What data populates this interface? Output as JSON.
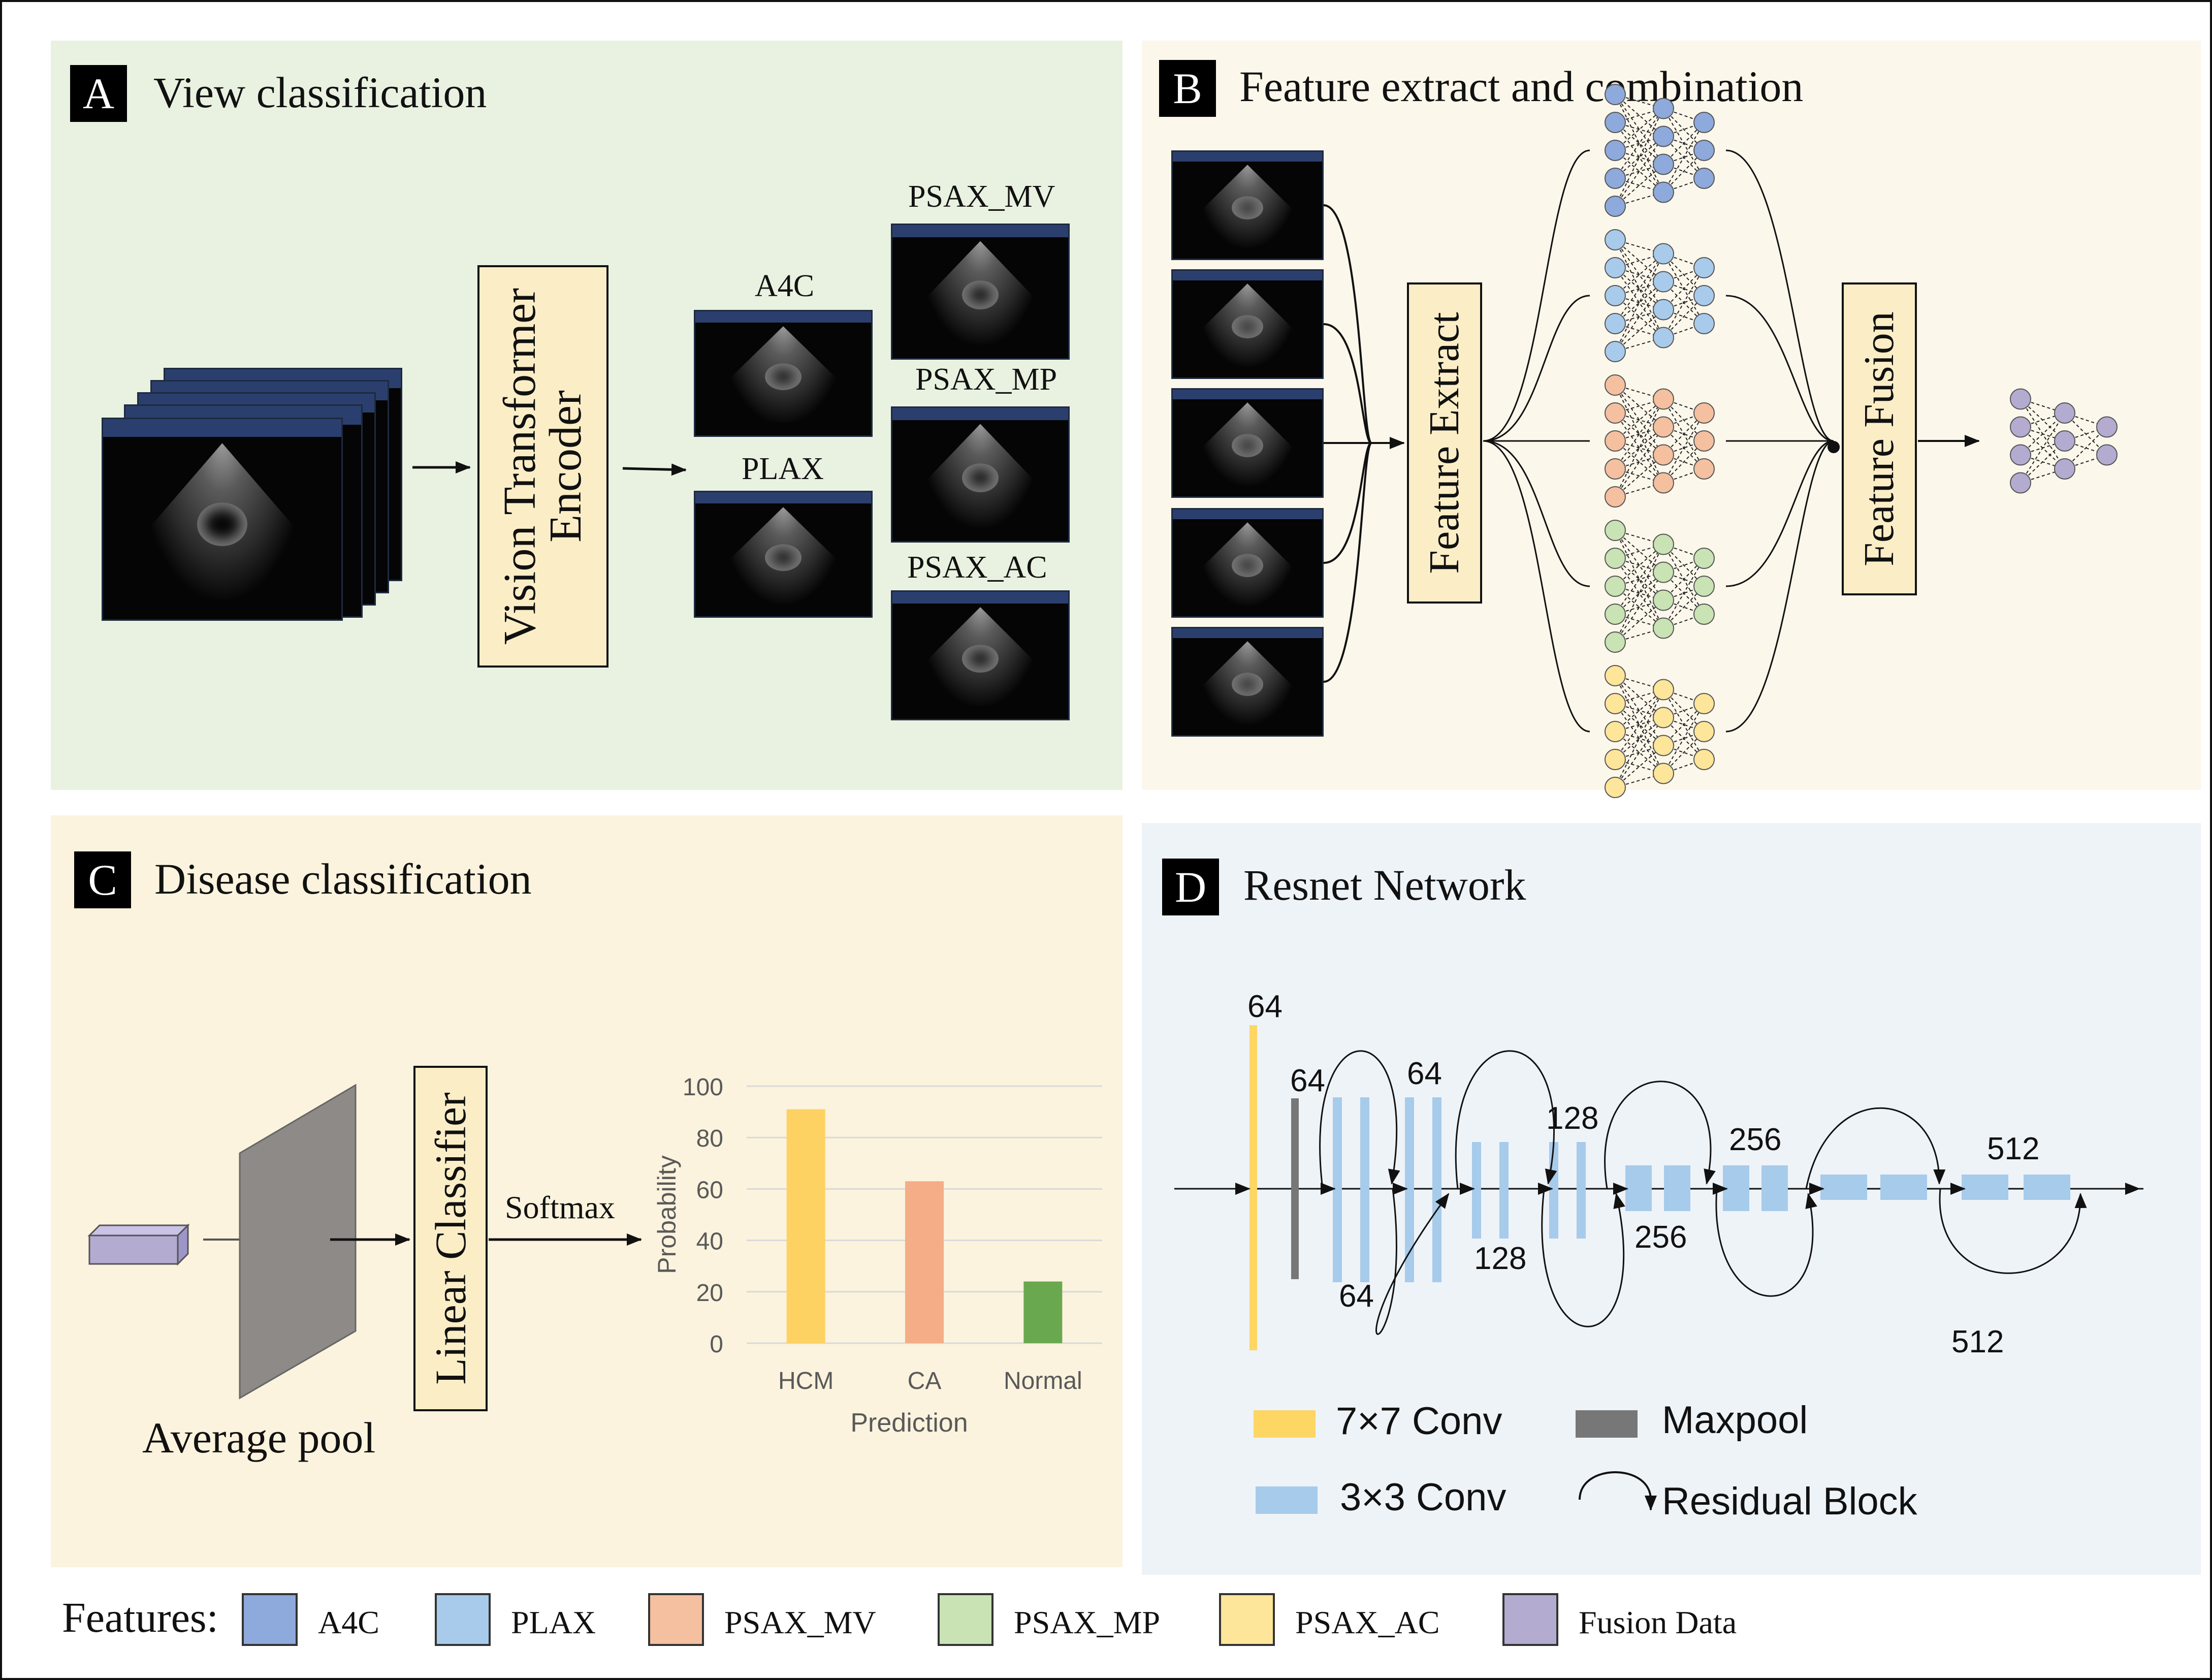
{
  "panel_a": {
    "badge": "A",
    "title": "View classification",
    "encoder_label_line1": "Vision Transformer",
    "encoder_label_line2": "Encoder",
    "views": [
      "A4C",
      "PLAX",
      "PSAX_MV",
      "PSAX_MP",
      "PSAX_AC"
    ]
  },
  "panel_b": {
    "badge": "B",
    "title": "Feature extract and combination",
    "extract_label": "Feature Extract",
    "fusion_label": "Feature Fusion"
  },
  "panel_c": {
    "badge": "C",
    "title": "Disease classification",
    "pool_label": "Average pool",
    "classifier_label": "Linear Classifier",
    "softmax_label": "Softmax"
  },
  "panel_d": {
    "badge": "D",
    "title": "Resnet Network",
    "channel_labels": [
      "64",
      "64",
      "64",
      "64",
      "128",
      "128",
      "256",
      "256",
      "512",
      "512"
    ],
    "legend": {
      "conv7": "7×7 Conv",
      "maxpool": "Maxpool",
      "conv3": "3×3 Conv",
      "residual": "Residual Block"
    }
  },
  "chart_data": {
    "type": "bar",
    "categories": [
      "HCM",
      "CA",
      "Normal"
    ],
    "values": [
      91,
      63,
      24
    ],
    "colors": [
      "#fdd263",
      "#f4ad86",
      "#6aa84f"
    ],
    "xlabel": "Prediction",
    "ylabel": "Probability",
    "ylim": [
      0,
      100
    ],
    "yticks": [
      0,
      20,
      40,
      60,
      80,
      100
    ],
    "grid": true
  },
  "features_legend": {
    "title": "Features:",
    "items": [
      {
        "label": "A4C",
        "color": "#8ea9db"
      },
      {
        "label": "PLAX",
        "color": "#a9cbeb"
      },
      {
        "label": "PSAX_MV",
        "color": "#f4c0a0"
      },
      {
        "label": "PSAX_MP",
        "color": "#c9e3b4"
      },
      {
        "label": "PSAX_AC",
        "color": "#fde59a"
      },
      {
        "label": "Fusion Data",
        "color": "#b3acd0"
      }
    ]
  },
  "colors": {
    "panel_a_bg": "#e9f2e1",
    "panel_b_bg": "#fcf7eb",
    "panel_c_bg": "#fbf3dd",
    "panel_d_bg": "#eef3f8",
    "conv7": "#fdd663",
    "conv3": "#a7cbea",
    "maxpool": "#777777",
    "box_fill": "#fbeec7"
  }
}
